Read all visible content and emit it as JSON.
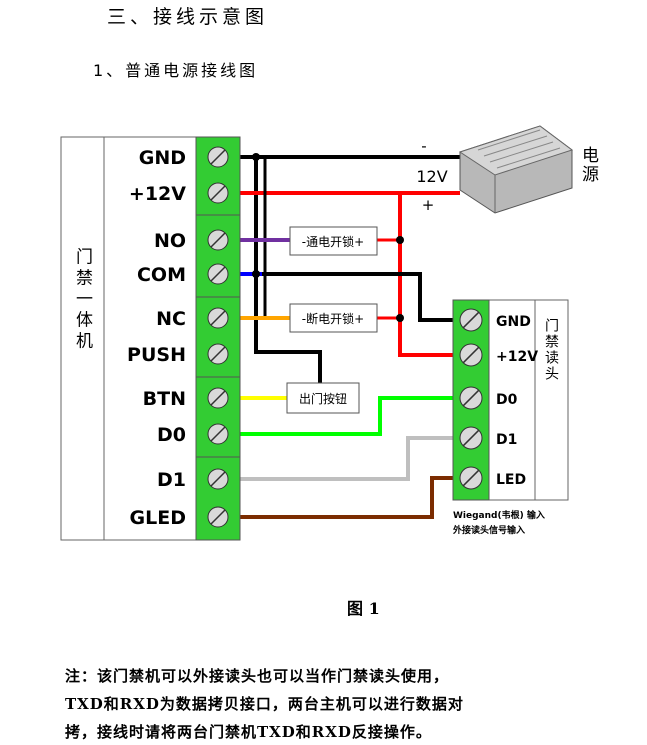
{
  "section_title": "三、接线示意图",
  "sub_title": "1、普通电源接线图",
  "controller": {
    "label": "门禁一体机",
    "terminals": [
      "GND",
      "+12V",
      "NO",
      "COM",
      "NC",
      "PUSH",
      "BTN",
      "D0",
      "D1",
      "GLED"
    ]
  },
  "power_supply": {
    "label": "电源",
    "minus": "-",
    "plus": "+",
    "voltage": "12V"
  },
  "modules": {
    "unlock_on_power": "-通电开锁+",
    "unlock_on_cut": "-断电开锁+",
    "exit_button": "出门按钮"
  },
  "reader": {
    "label": "门禁读头",
    "terminals": [
      "GND",
      "+12V",
      "D0",
      "D1",
      "LED"
    ],
    "caption_line1": "Wiegand(韦根) 输入",
    "caption_line2": "外接读头信号输入"
  },
  "wire_colors": {
    "black": "#000000",
    "red": "#ff0000",
    "purple": "#7030a0",
    "blue": "#0000ff",
    "orange": "#ffa500",
    "yellow": "#ffff00",
    "green": "#00ff00",
    "gray": "#bfbfbf",
    "brown": "#7b2c00",
    "terminal_green": "#33cc33"
  },
  "figure_caption": "图 1",
  "note_lines": [
    "注：该门禁机可以外接读头也可以当作门禁读头使用，",
    "TXD和RXD为数据拷贝接口，两台主机可以进行数据对",
    "拷，接线时请将两台门禁机TXD和RXD反接操作。"
  ]
}
